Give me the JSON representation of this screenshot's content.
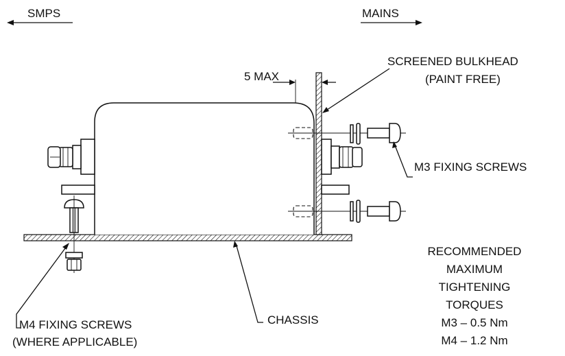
{
  "labels": {
    "smps": "SMPS",
    "mains": "MAINS",
    "five_max": "5 MAX",
    "bulkhead_line1": "SCREENED BULKHEAD",
    "bulkhead_line2": "(PAINT FREE)",
    "m3_screws": "M3 FIXING SCREWS",
    "m4_line1": "M4 FIXING SCREWS",
    "m4_line2": "(WHERE APPLICABLE)",
    "chassis": "CHASSIS"
  },
  "torques": {
    "lines": [
      "RECOMMENDED",
      "MAXIMUM",
      "TIGHTENING",
      "TORQUES"
    ],
    "m3": "M3 – 0.5 Nm",
    "m4": "M4 – 1.2 Nm"
  }
}
